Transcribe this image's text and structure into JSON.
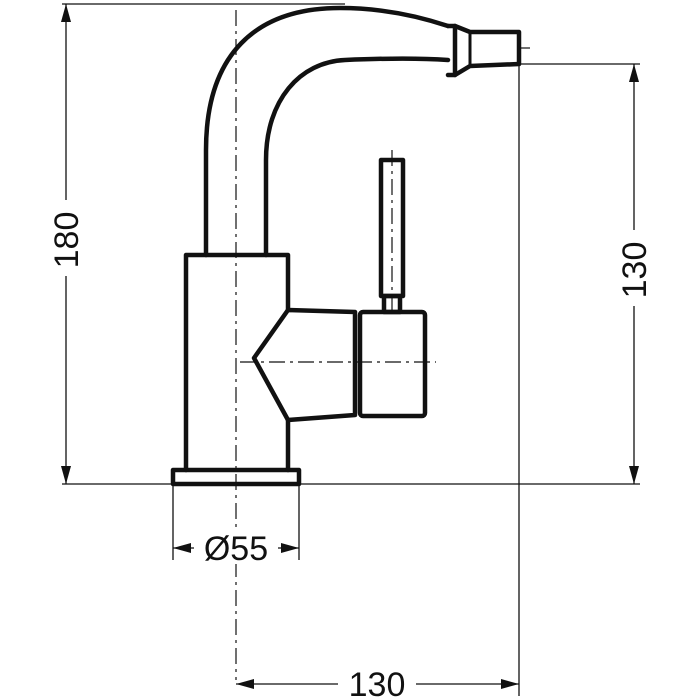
{
  "drawing": {
    "dimensions": {
      "total_height": "180",
      "spout_height": "130",
      "base_diameter": "Ø55",
      "spout_reach": "130"
    },
    "colors": {
      "line": "#111111",
      "background": "#ffffff"
    }
  }
}
